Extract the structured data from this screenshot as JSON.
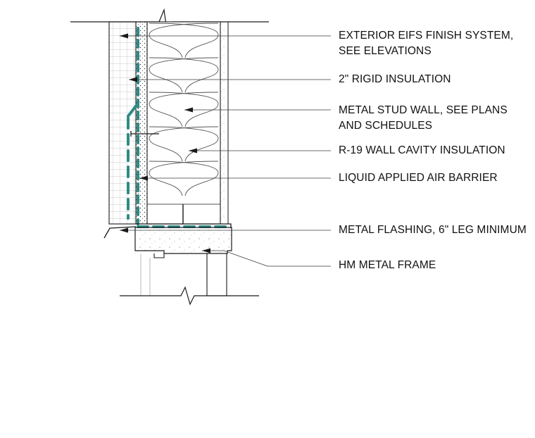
{
  "callouts": [
    {
      "lines": [
        "EXTERIOR EIFS FINISH SYSTEM,",
        "SEE ELEVATIONS"
      ]
    },
    {
      "lines": [
        "2\" RIGID INSULATION"
      ]
    },
    {
      "lines": [
        "METAL STUD WALL, SEE PLANS",
        "AND SCHEDULES"
      ]
    },
    {
      "lines": [
        "R-19 WALL CAVITY INSULATION"
      ]
    },
    {
      "lines": [
        "LIQUID APPLIED AIR BARRIER"
      ]
    },
    {
      "lines": [
        "METAL FLASHING, 6\" LEG MINIMUM"
      ]
    },
    {
      "lines": [
        "HM METAL FRAME"
      ]
    }
  ],
  "colors": {
    "line": "#1a1a1a",
    "air_barrier": "#2e8b84",
    "hatch": "#bdbdbd",
    "text": "#111111"
  }
}
